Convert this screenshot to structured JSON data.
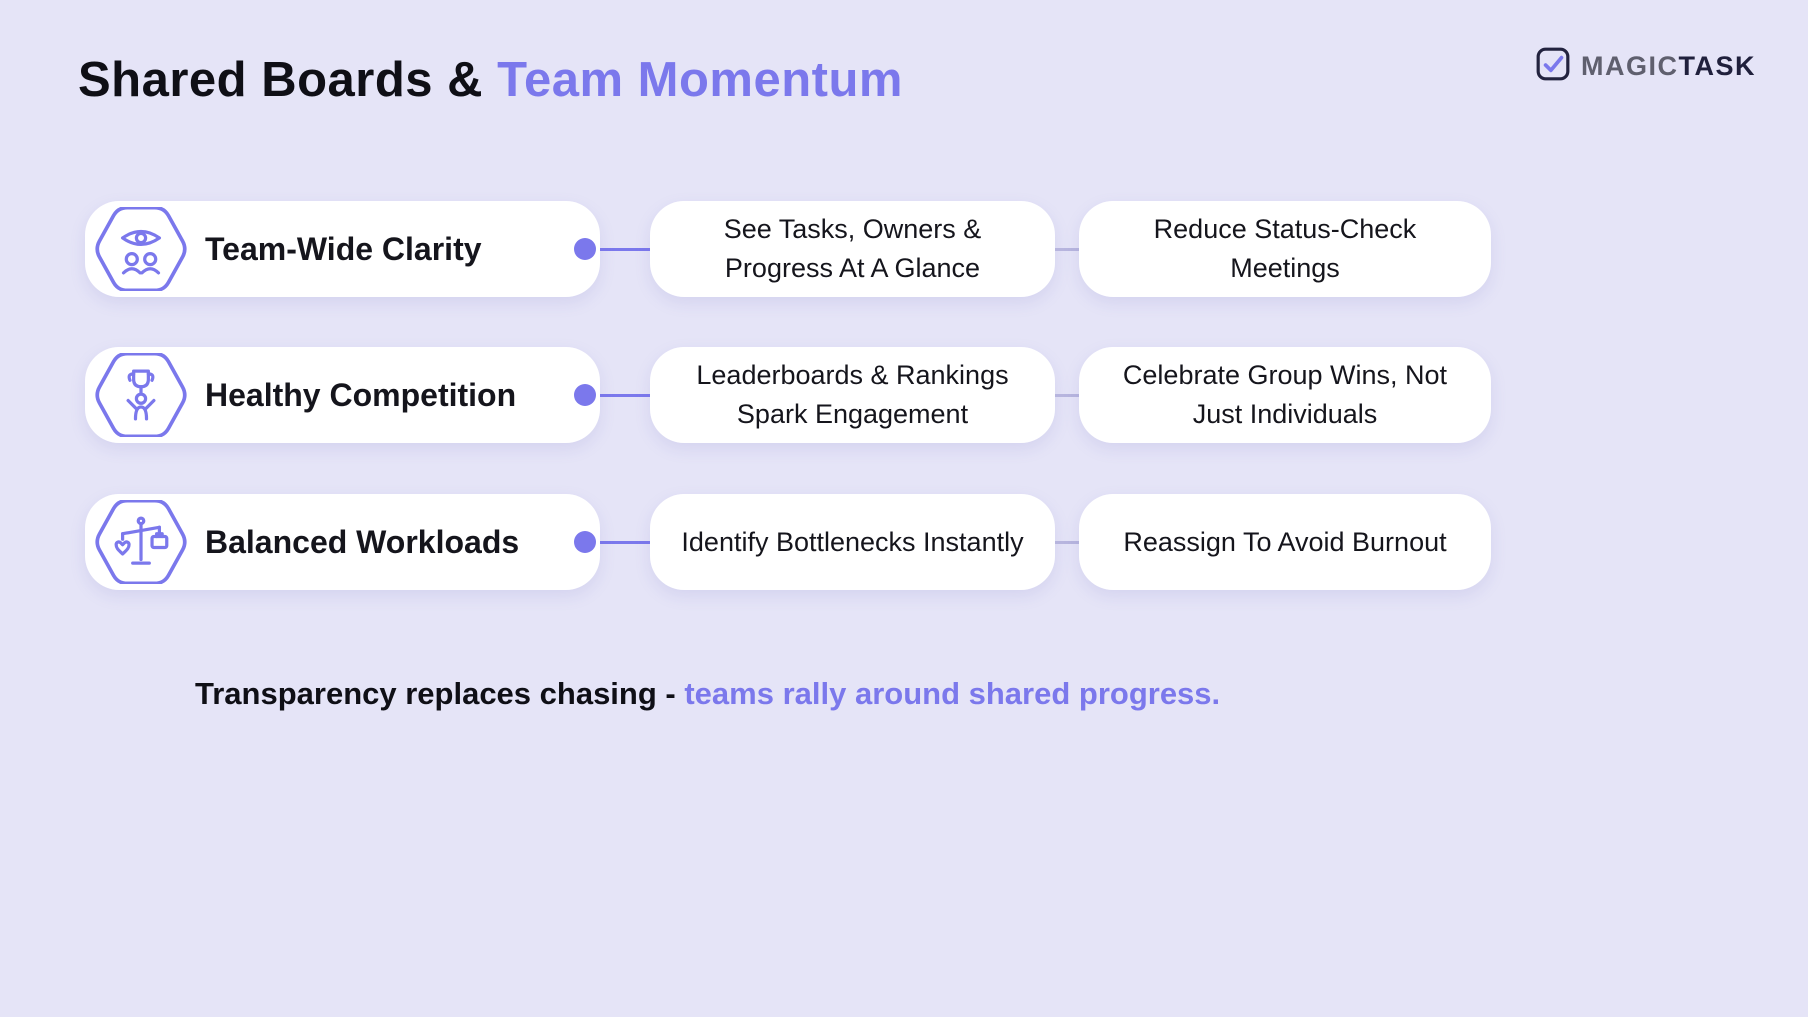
{
  "title": {
    "black": "Shared Boards & ",
    "accent": "Team Momentum"
  },
  "logo": {
    "magic": "MAGIC",
    "task": "TASK"
  },
  "rows": [
    {
      "icon": "team-clarity-icon",
      "title": "Team-Wide Clarity",
      "step1": "See Tasks, Owners & Progress At A Glance",
      "step2": "Reduce Status-Check Meetings"
    },
    {
      "icon": "healthy-competition-icon",
      "title": "Healthy Competition",
      "step1": "Leaderboards & Rankings Spark Engagement",
      "step2": "Celebrate Group Wins, Not Just Individuals"
    },
    {
      "icon": "balanced-workloads-icon",
      "title": "Balanced Workloads",
      "step1": "Identify Bottlenecks Instantly",
      "step2": "Reassign To Avoid Burnout"
    }
  ],
  "footer": {
    "black": "Transparency replaces chasing - ",
    "accent": "teams rally around shared progress."
  },
  "colors": {
    "accent": "#7B78EC",
    "background": "#E5E4F7",
    "text": "#15151C",
    "logo_gray": "#5F5F6E",
    "logo_dark": "#20203C",
    "pill_white": "#FFFFFF"
  }
}
